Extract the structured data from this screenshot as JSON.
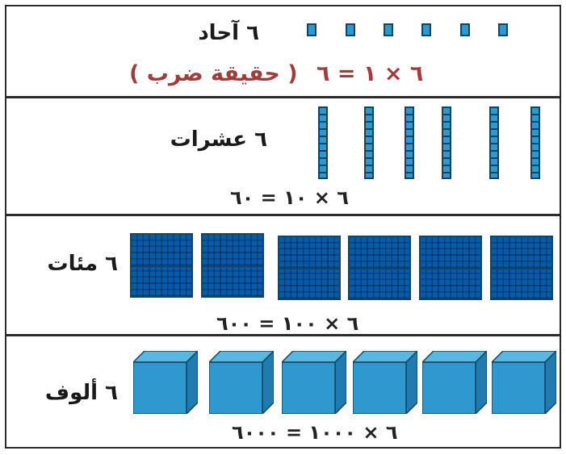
{
  "rows": [
    {
      "label": "٦ آحاد",
      "equation": "٦ × ١ = ٦",
      "note": "( حقيقة ضرب )"
    },
    {
      "label": "٦ عشرات",
      "equation": "٦ × ١٠ = ٦٠"
    },
    {
      "label": "٦ مئات",
      "equation": "٦ × ١٠٠ = ٦٠٠"
    },
    {
      "label": "٦ ألوف",
      "equation": "٦ × ١٠٠٠ = ٦٠٠٠"
    }
  ],
  "colors": {
    "block_fill": "#2e98cf",
    "block_edge": "#14445e",
    "accent_red": "#a23b3b"
  }
}
